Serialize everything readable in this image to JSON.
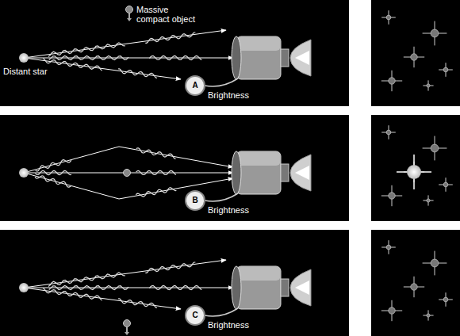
{
  "diagram": {
    "labels": [
      "Massive compact object",
      "Distant star",
      "A",
      "Brightness",
      "B",
      "Brightness",
      "C",
      "Brightness"
    ]
  }
}
